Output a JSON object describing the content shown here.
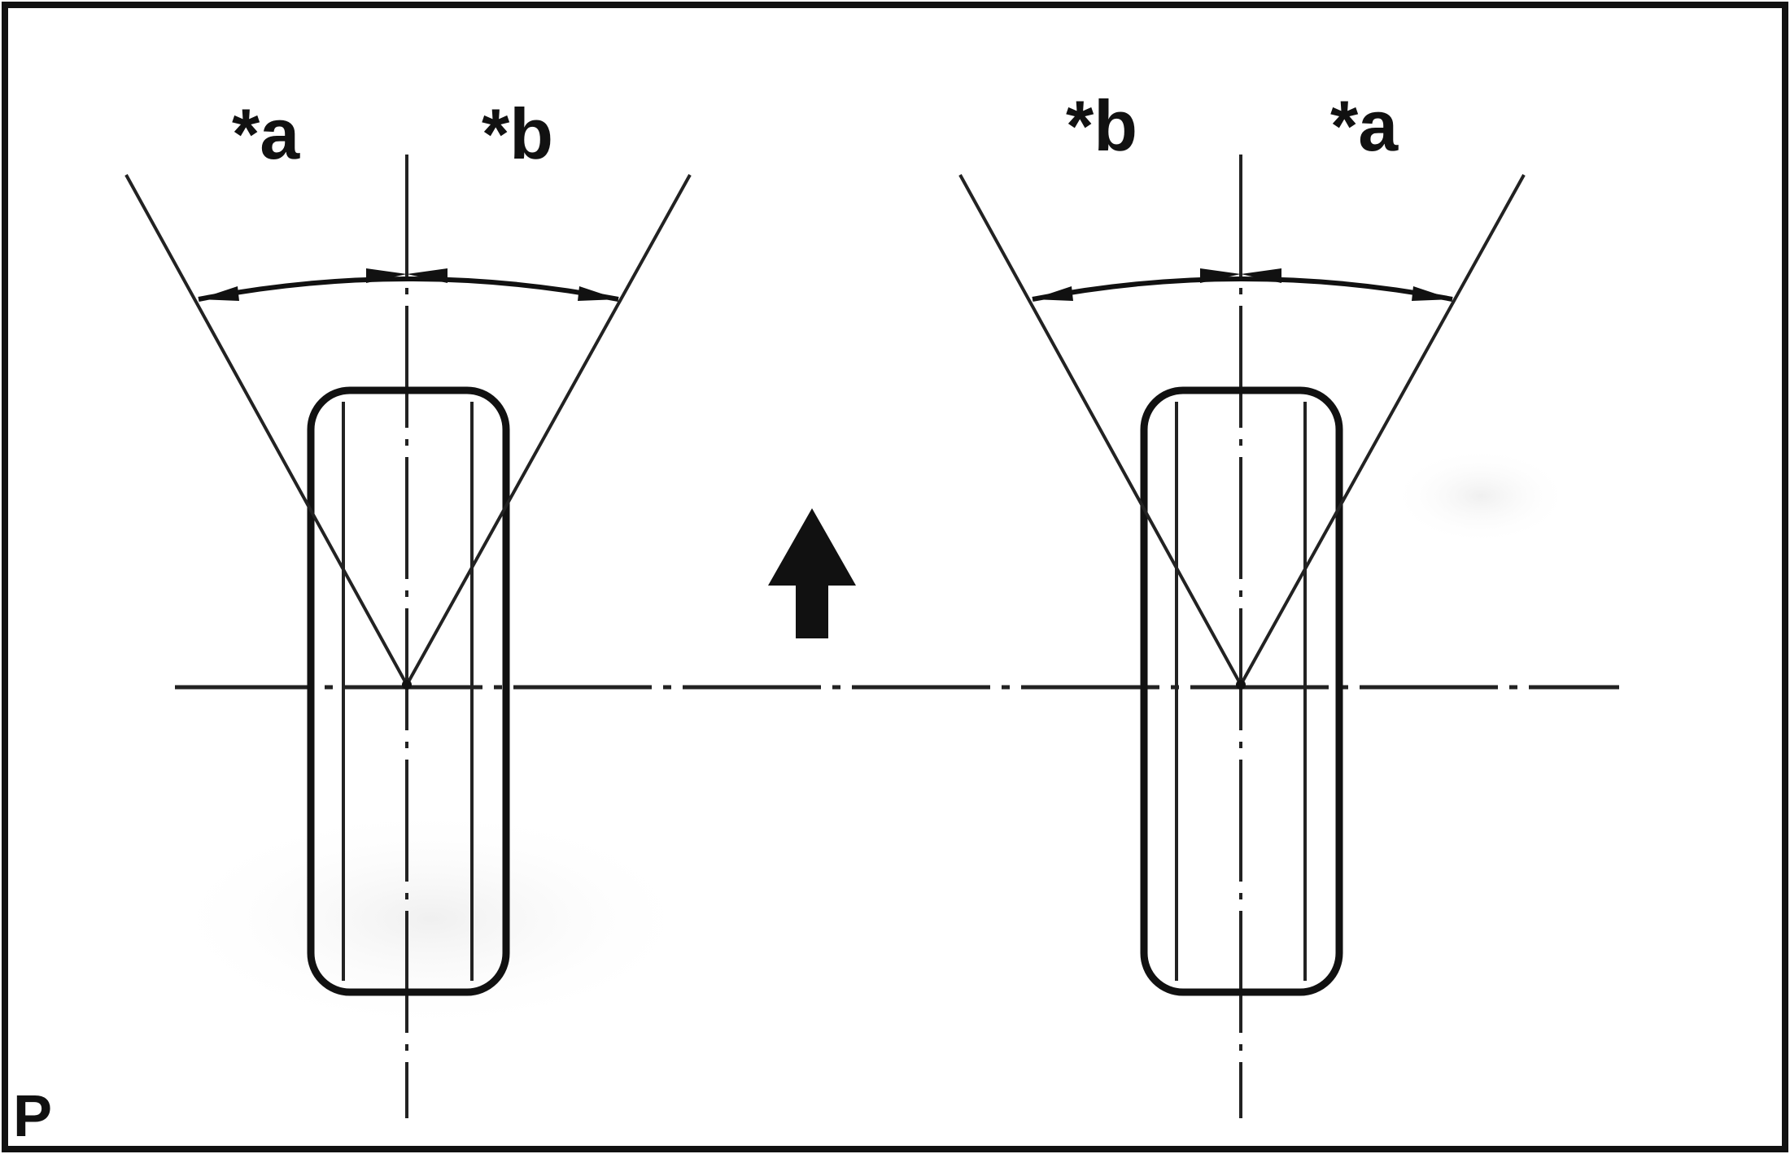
{
  "labels": {
    "left_a": "*a",
    "left_b": "*b",
    "right_b": "*b",
    "right_a": "*a",
    "corner": "P"
  },
  "colors": {
    "line": "#111111",
    "thin_line": "#222222",
    "shadow": "#f0f0f0",
    "background": "#ffffff"
  }
}
